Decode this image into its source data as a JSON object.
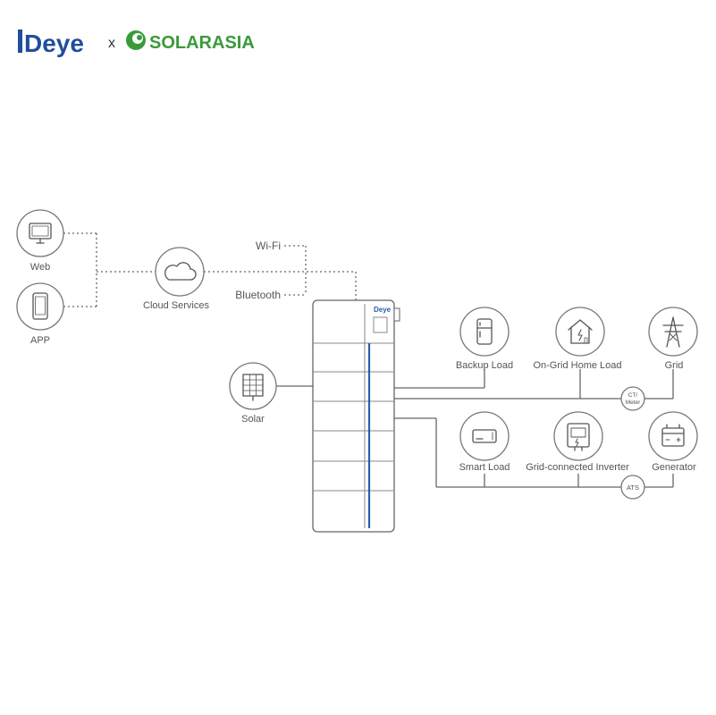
{
  "brand": {
    "deye_logo": "Deye",
    "separator": "x",
    "partner_logo": "SOLARASIA",
    "colors": {
      "deye_blue": "#1f4e9c",
      "solarasia_green": "#3a9a3a"
    }
  },
  "nodes": {
    "web": {
      "label": "Web",
      "icon": "monitor-icon"
    },
    "app": {
      "label": "APP",
      "icon": "smartphone-icon"
    },
    "cloud": {
      "label": "Cloud Services",
      "icon": "cloud-icon"
    },
    "solar": {
      "label": "Solar",
      "icon": "solar-panel-icon"
    },
    "backup_load": {
      "label": "Backup Load",
      "icon": "fridge-icon"
    },
    "on_grid_home_load": {
      "label": "On-Grid Home Load",
      "icon": "house-icon"
    },
    "grid": {
      "label": "Grid",
      "icon": "power-tower-icon"
    },
    "smart_load": {
      "label": "Smart Load",
      "icon": "water-heater-icon"
    },
    "grid_inverter": {
      "label": "Grid-connected Inverter",
      "icon": "inverter-icon"
    },
    "generator": {
      "label": "Generator",
      "icon": "generator-icon"
    }
  },
  "connections": {
    "wifi": "Wi-Fi",
    "bluetooth": "Bluetooth",
    "ct_meter_line1": "CT/",
    "ct_meter_line2": "Meter",
    "ats": "ATS"
  },
  "battery": {
    "brand_label": "Deye",
    "accent_color": "#2a5fae"
  }
}
